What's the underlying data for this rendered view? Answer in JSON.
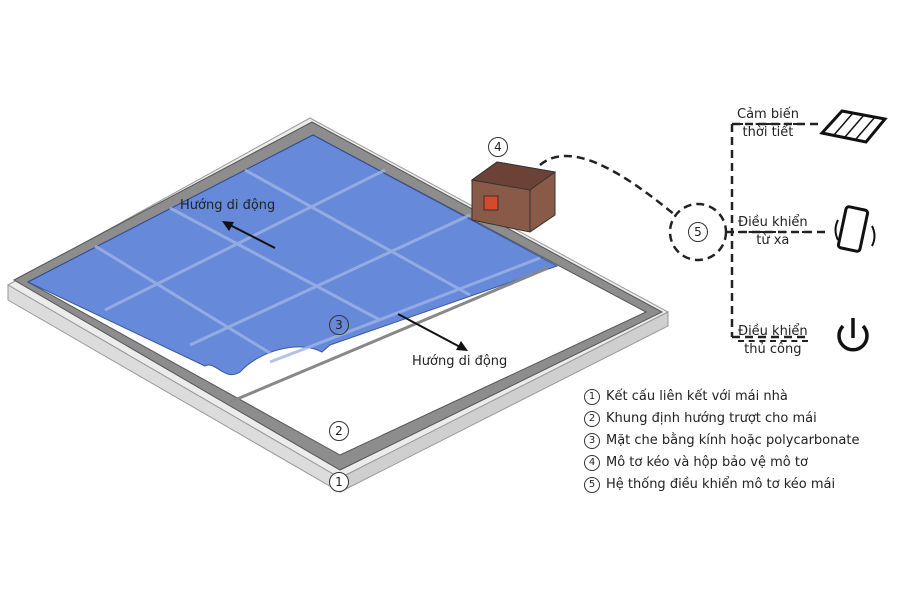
{
  "direction_label_1": "Hướng di động",
  "direction_label_2": "Hướng di động",
  "callouts": {
    "c1": "1",
    "c2": "2",
    "c3": "3",
    "c4": "4",
    "c5": "5"
  },
  "controls": {
    "sensor": {
      "line1": "Cảm biến",
      "line2": "thời tiết"
    },
    "remote": {
      "line1": "Điều khiển",
      "line2": "từ xa"
    },
    "manual": {
      "line1": "Điều khiển",
      "line2": "thủ công"
    }
  },
  "legend": [
    {
      "num": "1",
      "text": "Kết cấu liên kết với mái nhà"
    },
    {
      "num": "2",
      "text": "Khung định hướng trượt cho mái"
    },
    {
      "num": "3",
      "text": "Mặt che bằng kính hoặc polycarbonate"
    },
    {
      "num": "4",
      "text": "Mô tơ kéo và hộp bảo vệ mô tơ"
    },
    {
      "num": "5",
      "text": "Hệ thống điều khiển mô tơ kéo mái"
    }
  ],
  "colors": {
    "glass": "#5b7fd6",
    "frame": "#8a8a8a",
    "base": "#e6e6e6",
    "motor": "#8a5a48"
  }
}
